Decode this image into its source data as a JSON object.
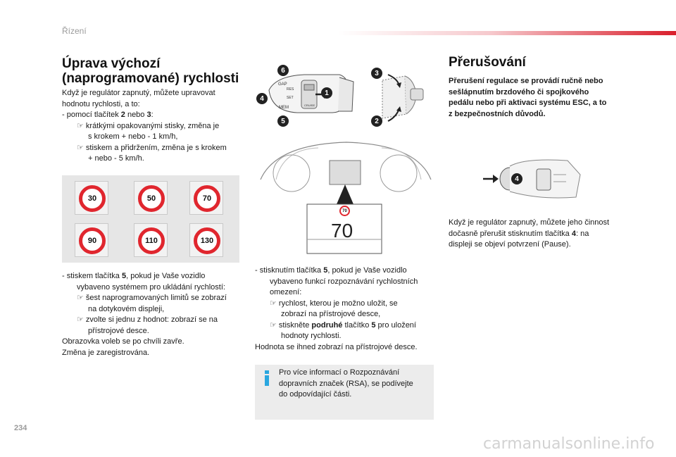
{
  "header": {
    "section": "Řízení"
  },
  "left": {
    "title_line1": "Úprava výchozí",
    "title_line2": "(naprogramované) rychlosti",
    "intro1": "Když je regulátor zapnutý, můžete upravovat",
    "intro2": "hodnotu rychlosti, a to:",
    "b1_pre": "-      pomocí tlačítek ",
    "b1_k1": "2",
    "b1_mid": " nebo ",
    "b1_k2": "3",
    "b1_post": ":",
    "s1a_l1": " krátkými opakovanými stisky, změna je",
    "s1a_l2": "s krokem + nebo - 1 km/h,",
    "s1b_l1": " stiskem a přidržením, změna je s krokem",
    "s1b_l2": "+ nebo - 5 km/h.",
    "b2_pre": "-      stiskem tlačítka ",
    "b2_k": "5",
    "b2_post1": ", pokud je Vaše vozidlo",
    "b2_l2": "vybaveno systémem pro ukládání rychlostí:",
    "s2a_l1": " šest naprogramovaných limitů se zobrazí",
    "s2a_l2": "na dotykovém displeji,",
    "s2b_l1": " zvolte si jednu z hodnot: zobrazí se na",
    "s2b_l2": "přístrojové desce.",
    "end1": "Obrazovka voleb se po chvíli zavře.",
    "end2": "Změna je zaregistrována."
  },
  "speed_limits": [
    "30",
    "50",
    "70",
    "90",
    "110",
    "130"
  ],
  "figure": {
    "badges": [
      "6",
      "4",
      "1",
      "5",
      "3",
      "2"
    ],
    "display_small": "70",
    "display_big": "70",
    "stalk_labels": [
      "GAP",
      "RES",
      "SET",
      "MEM",
      "CRUISE"
    ]
  },
  "middle": {
    "b_pre": "-      stisknutím tlačítka ",
    "b_k": "5",
    "b_post": ", pokud je Vaše vozidlo",
    "l2": "vybaveno funkcí rozpoznávání rychlostních",
    "l3": "omezení:",
    "sa_l1": " rychlost, kterou je možno uložit, se",
    "sa_l2": "zobrazí na přístrojové desce,",
    "sb_pre": " stiskněte ",
    "sb_bold": "podruhé",
    "sb_mid": " tlačítko ",
    "sb_k": "5",
    "sb_post": " pro uložení",
    "sb_l2": "hodnoty rychlosti.",
    "end": "Hodnota se ihned zobrazí na přístrojové desce."
  },
  "info": {
    "l1": "Pro více informací o Rozpoznávání",
    "l2": "dopravních značek (RSA), se podívejte",
    "l3": "do odpovídající části."
  },
  "right": {
    "title": "Přerušování",
    "bold1": "Přerušení regulace se provádí ručně nebo",
    "bold2": "sešlápnutím brzdového či spojkového",
    "bold3": "pedálu nebo při aktivaci systému ESC, a to",
    "bold4": "z bezpečnostních důvodů.",
    "badge": "4",
    "p1": "Když je regulátor zapnutý, můžete jeho činnost",
    "p2_pre": "dočasně přerušit stisknutím tlačítka ",
    "p2_k": "4",
    "p2_post": ": na",
    "p3": "displeji se objeví potvrzení (Pause)."
  },
  "footer": {
    "page": "234",
    "watermark": "carmanualsonline.info"
  },
  "colors": {
    "accent": "#d91e2b",
    "info_icon": "#2aa7df",
    "panel": "#e6e6e6",
    "info_box": "#ececec"
  }
}
